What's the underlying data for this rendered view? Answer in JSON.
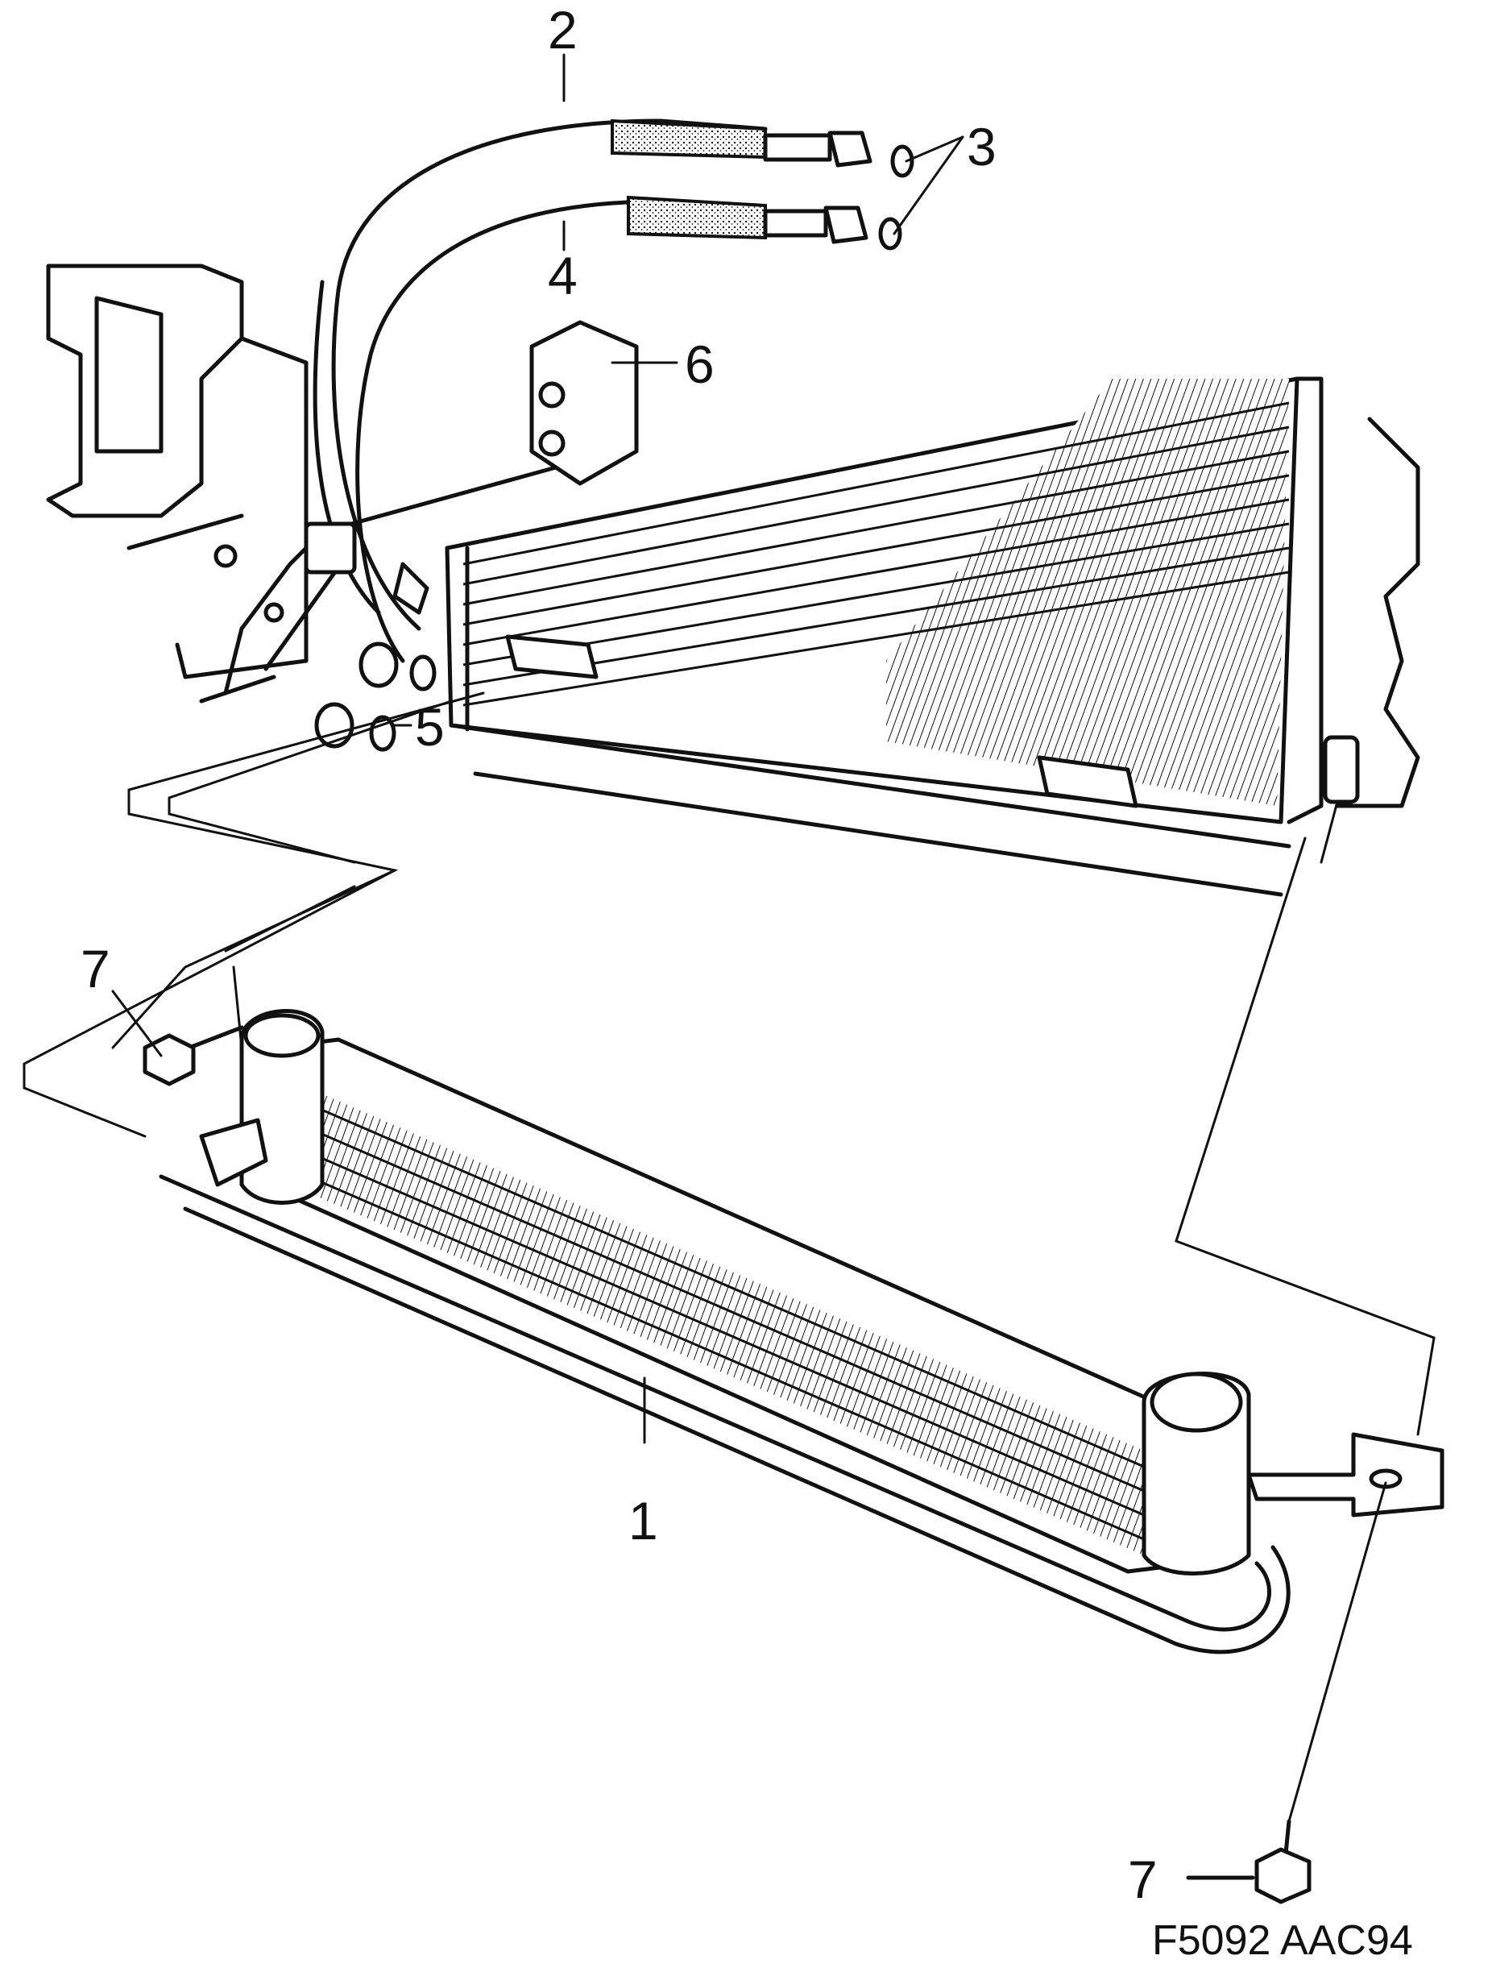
{
  "callouts": [
    {
      "id": "oil-cooler",
      "label": "1"
    },
    {
      "id": "upper-hose",
      "label": "2"
    },
    {
      "id": "seal-rings-upper",
      "label": "3"
    },
    {
      "id": "lower-hose",
      "label": "4"
    },
    {
      "id": "seal-rings-lower",
      "label": "5"
    },
    {
      "id": "hose-clamp-block",
      "label": "6"
    },
    {
      "id": "bolt-left",
      "label": "7"
    },
    {
      "id": "bolt-right",
      "label": "7"
    }
  ],
  "figure_code": "F5092 AAC94",
  "colors": {
    "line": "#111111",
    "background": "#ffffff"
  }
}
